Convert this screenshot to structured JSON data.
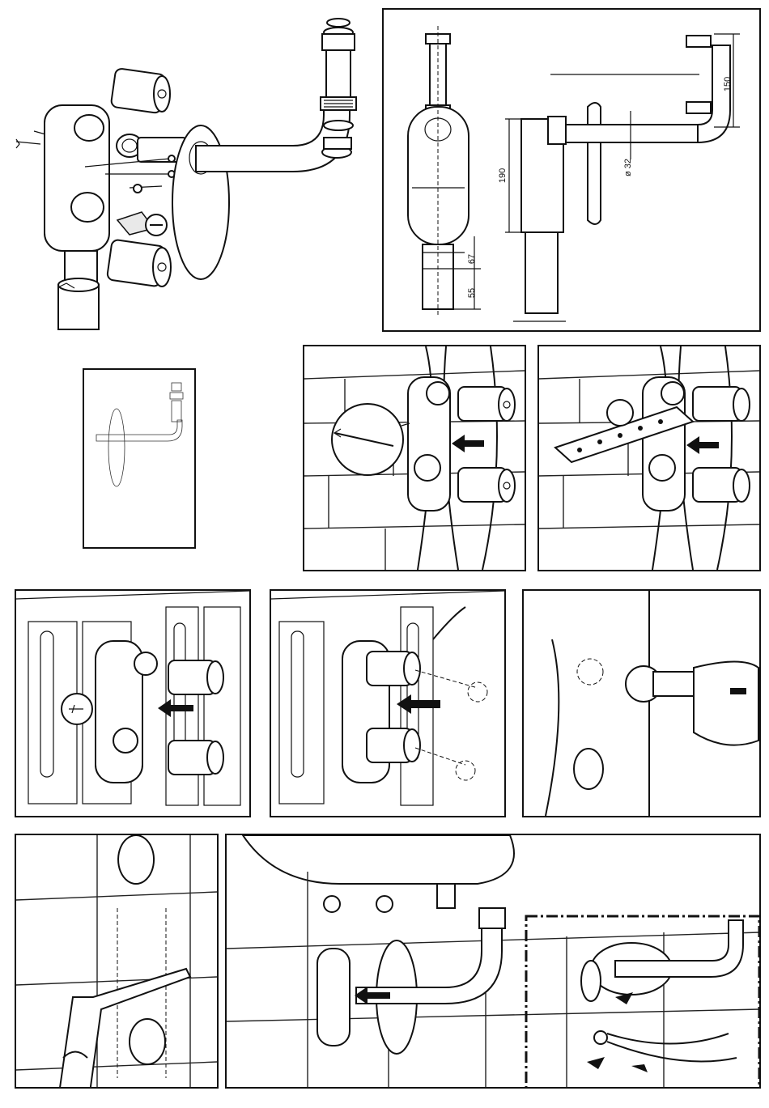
{
  "dimensions": {
    "height_top": "150",
    "pipe_diameter": "ø 32",
    "height_body": "190",
    "height_outlet": "67",
    "height_tail": "55"
  },
  "colors": {
    "ink": "#111111",
    "paper": "#ffffff",
    "shade": "#e9e9e9"
  },
  "icons": {
    "step1": "screw-and-dowel-icon",
    "step2": "mounting-strip-icon",
    "step3": "frame-screw-icon",
    "step4": "push-arrow-icon",
    "step5": "drill-icon",
    "step6": "saw-icon",
    "step7": "pliers-icon"
  }
}
